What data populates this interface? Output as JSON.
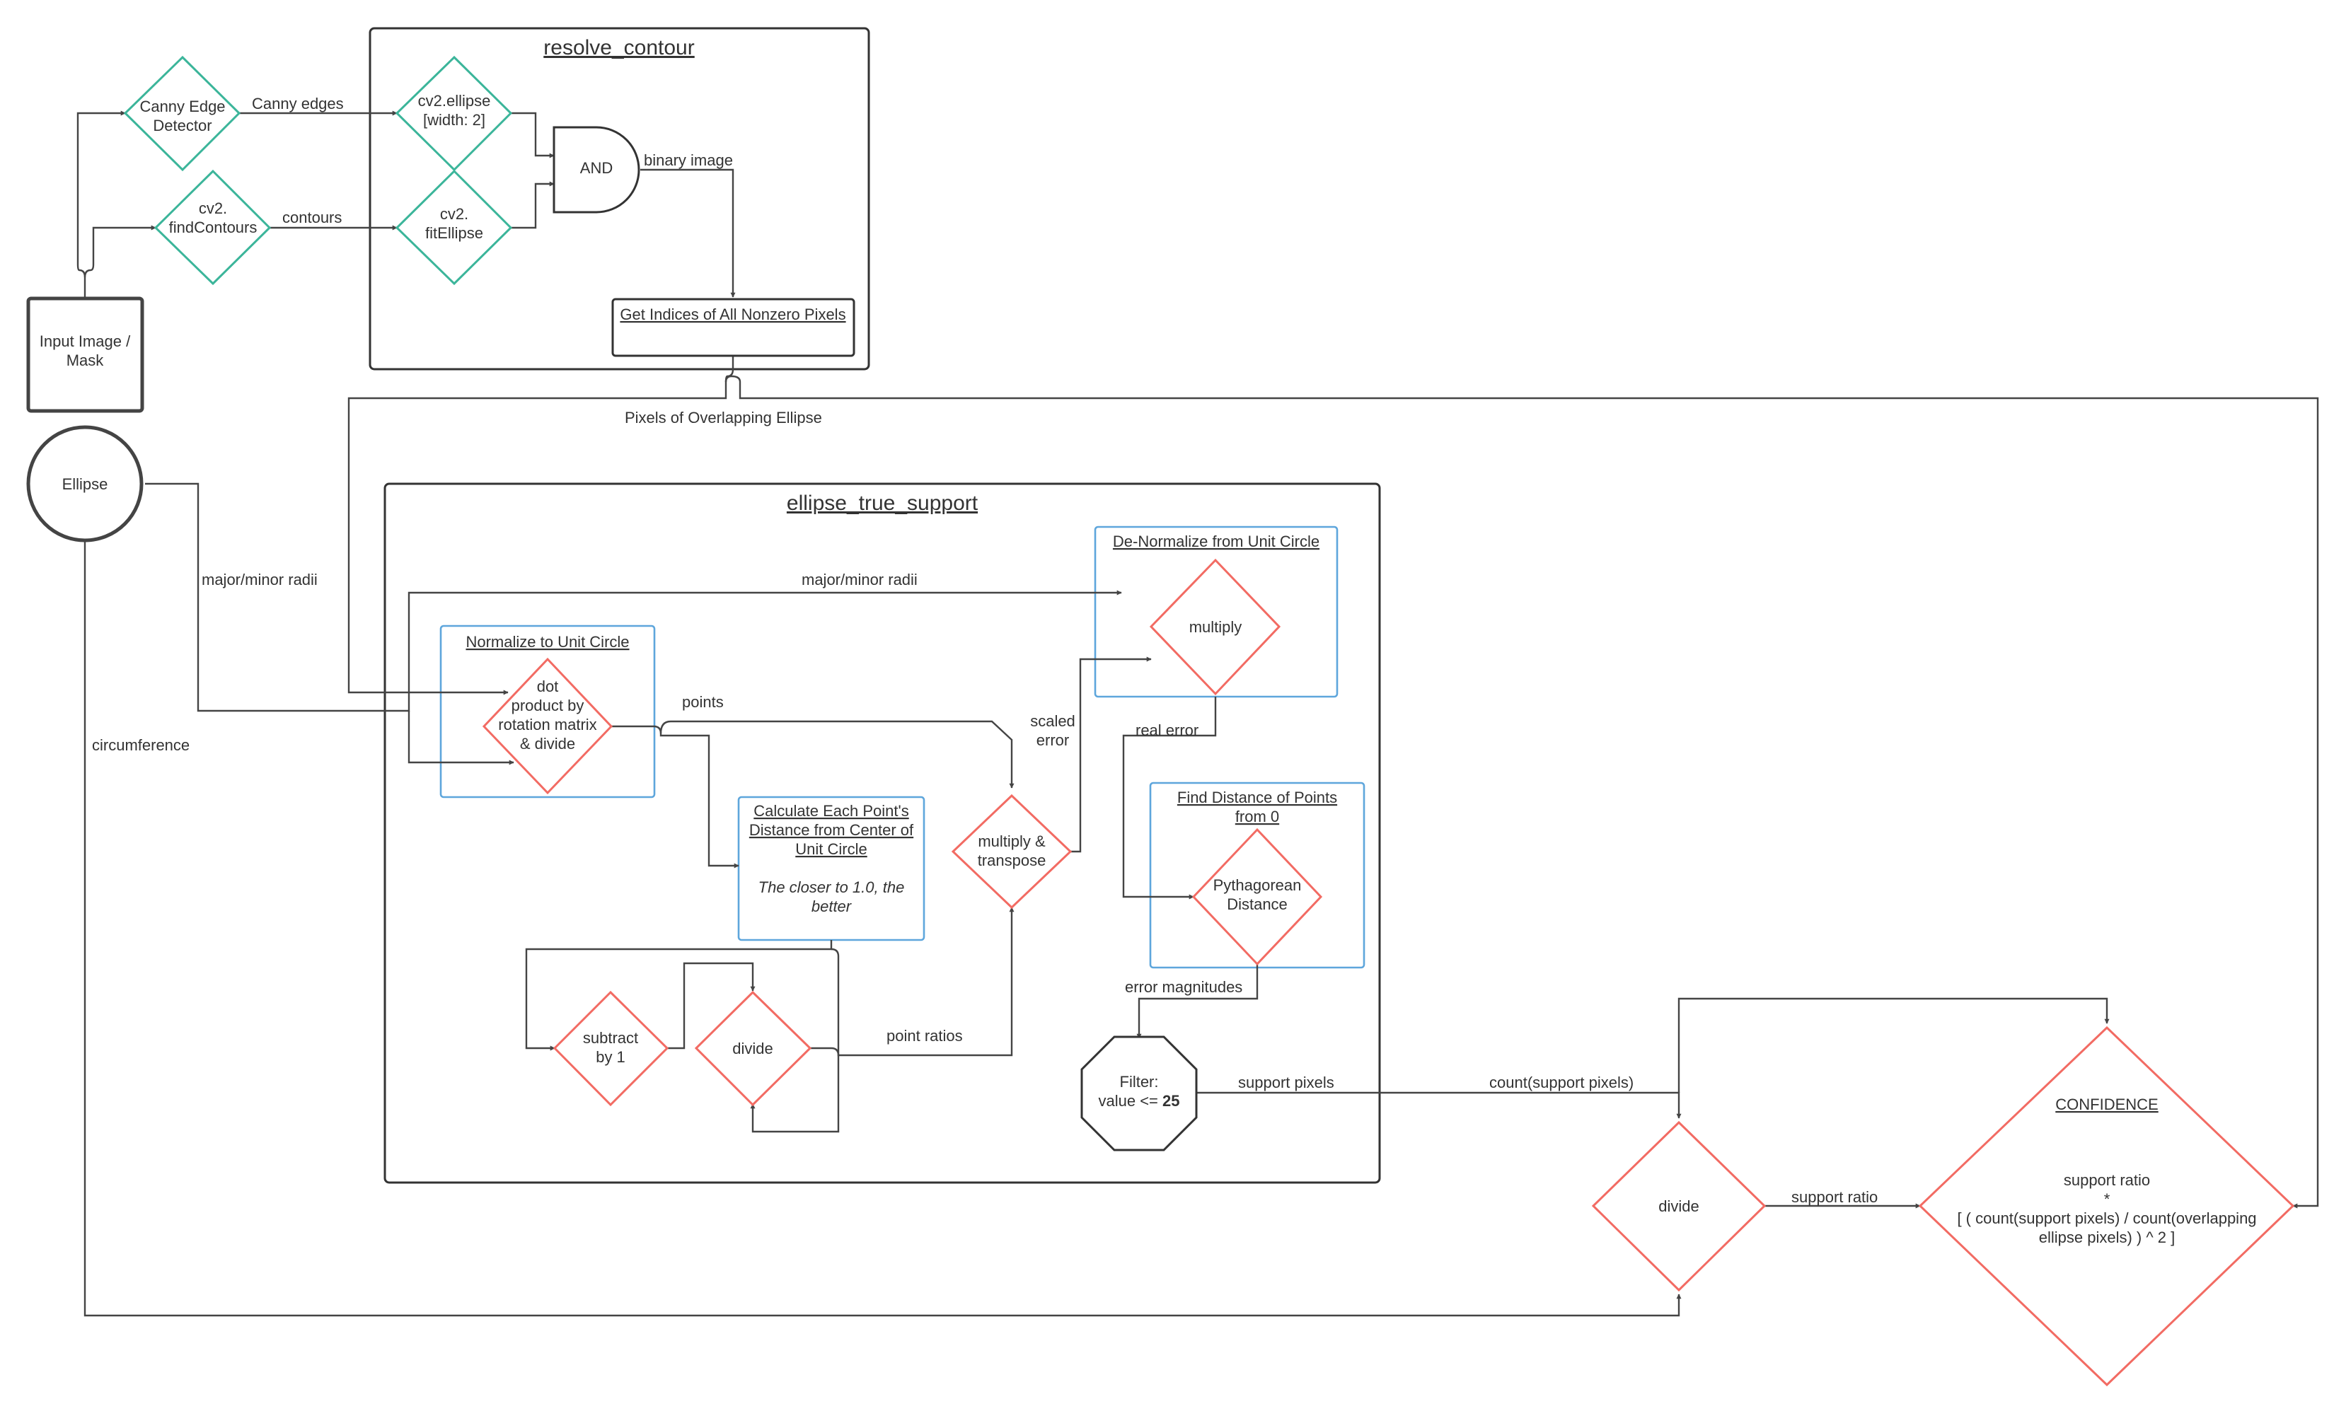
{
  "groups": {
    "resolve_contour": "resolve_contour",
    "ellipse_true_support": "ellipse_true_support"
  },
  "nodes": {
    "input_image": [
      "Input Image /",
      "Mask"
    ],
    "ellipse": "Ellipse",
    "canny": [
      "Canny Edge",
      "Detector"
    ],
    "find_contours": [
      "cv2.",
      "findContours"
    ],
    "cv2_ellipse": [
      "cv2.ellipse",
      "[width: 2]"
    ],
    "fit_ellipse": [
      "cv2.",
      "fitEllipse"
    ],
    "and_gate": "AND",
    "get_indices": "Get Indices of All Nonzero Pixels",
    "normalize_title": "Normalize to Unit Circle",
    "dot_product": [
      "dot",
      "product by",
      "rotation matrix",
      "& divide"
    ],
    "calc_distance_title": [
      "Calculate Each Point's",
      "Distance from Center of",
      "Unit Circle"
    ],
    "calc_distance_note": [
      "The closer to 1.0, the",
      "better"
    ],
    "subtract": [
      "subtract",
      "by 1"
    ],
    "divide_inner": "divide",
    "multiply_transpose": [
      "multiply &",
      "transpose"
    ],
    "denormalize_title": "De-Normalize from Unit Circle",
    "multiply": "multiply",
    "find_distance_title": [
      "Find Distance of Points",
      "from 0"
    ],
    "pythagorean": [
      "Pythagorean",
      "Distance"
    ],
    "filter": [
      "Filter:",
      "value <= "
    ],
    "filter_value": "25",
    "divide_outer": "divide",
    "confidence_title": "CONFIDENCE",
    "confidence_formula": [
      "support ratio",
      "*",
      "[ ( count(support pixels) / count(overlapping",
      "ellipse pixels) ) ^ 2 ]"
    ]
  },
  "edge_labels": {
    "canny_edges": "Canny edges",
    "contours": "contours",
    "binary_image": "binary image",
    "pixels_overlapping": "Pixels of Overlapping Ellipse",
    "major_minor_outer": "major/minor radii",
    "major_minor_inner": "major/minor radii",
    "circumference": "circumference",
    "points": "points",
    "scaled_error": [
      "scaled",
      "error"
    ],
    "real_error": "real error",
    "error_magnitudes": "error magnitudes",
    "point_ratios": "point ratios",
    "support_pixels": "support pixels",
    "count_support": "count(support pixels)",
    "support_ratio": "support ratio"
  },
  "colors": {
    "green": "#3bb59a",
    "red": "#f26b63",
    "blue": "#5ea6dc",
    "line": "#444444"
  }
}
